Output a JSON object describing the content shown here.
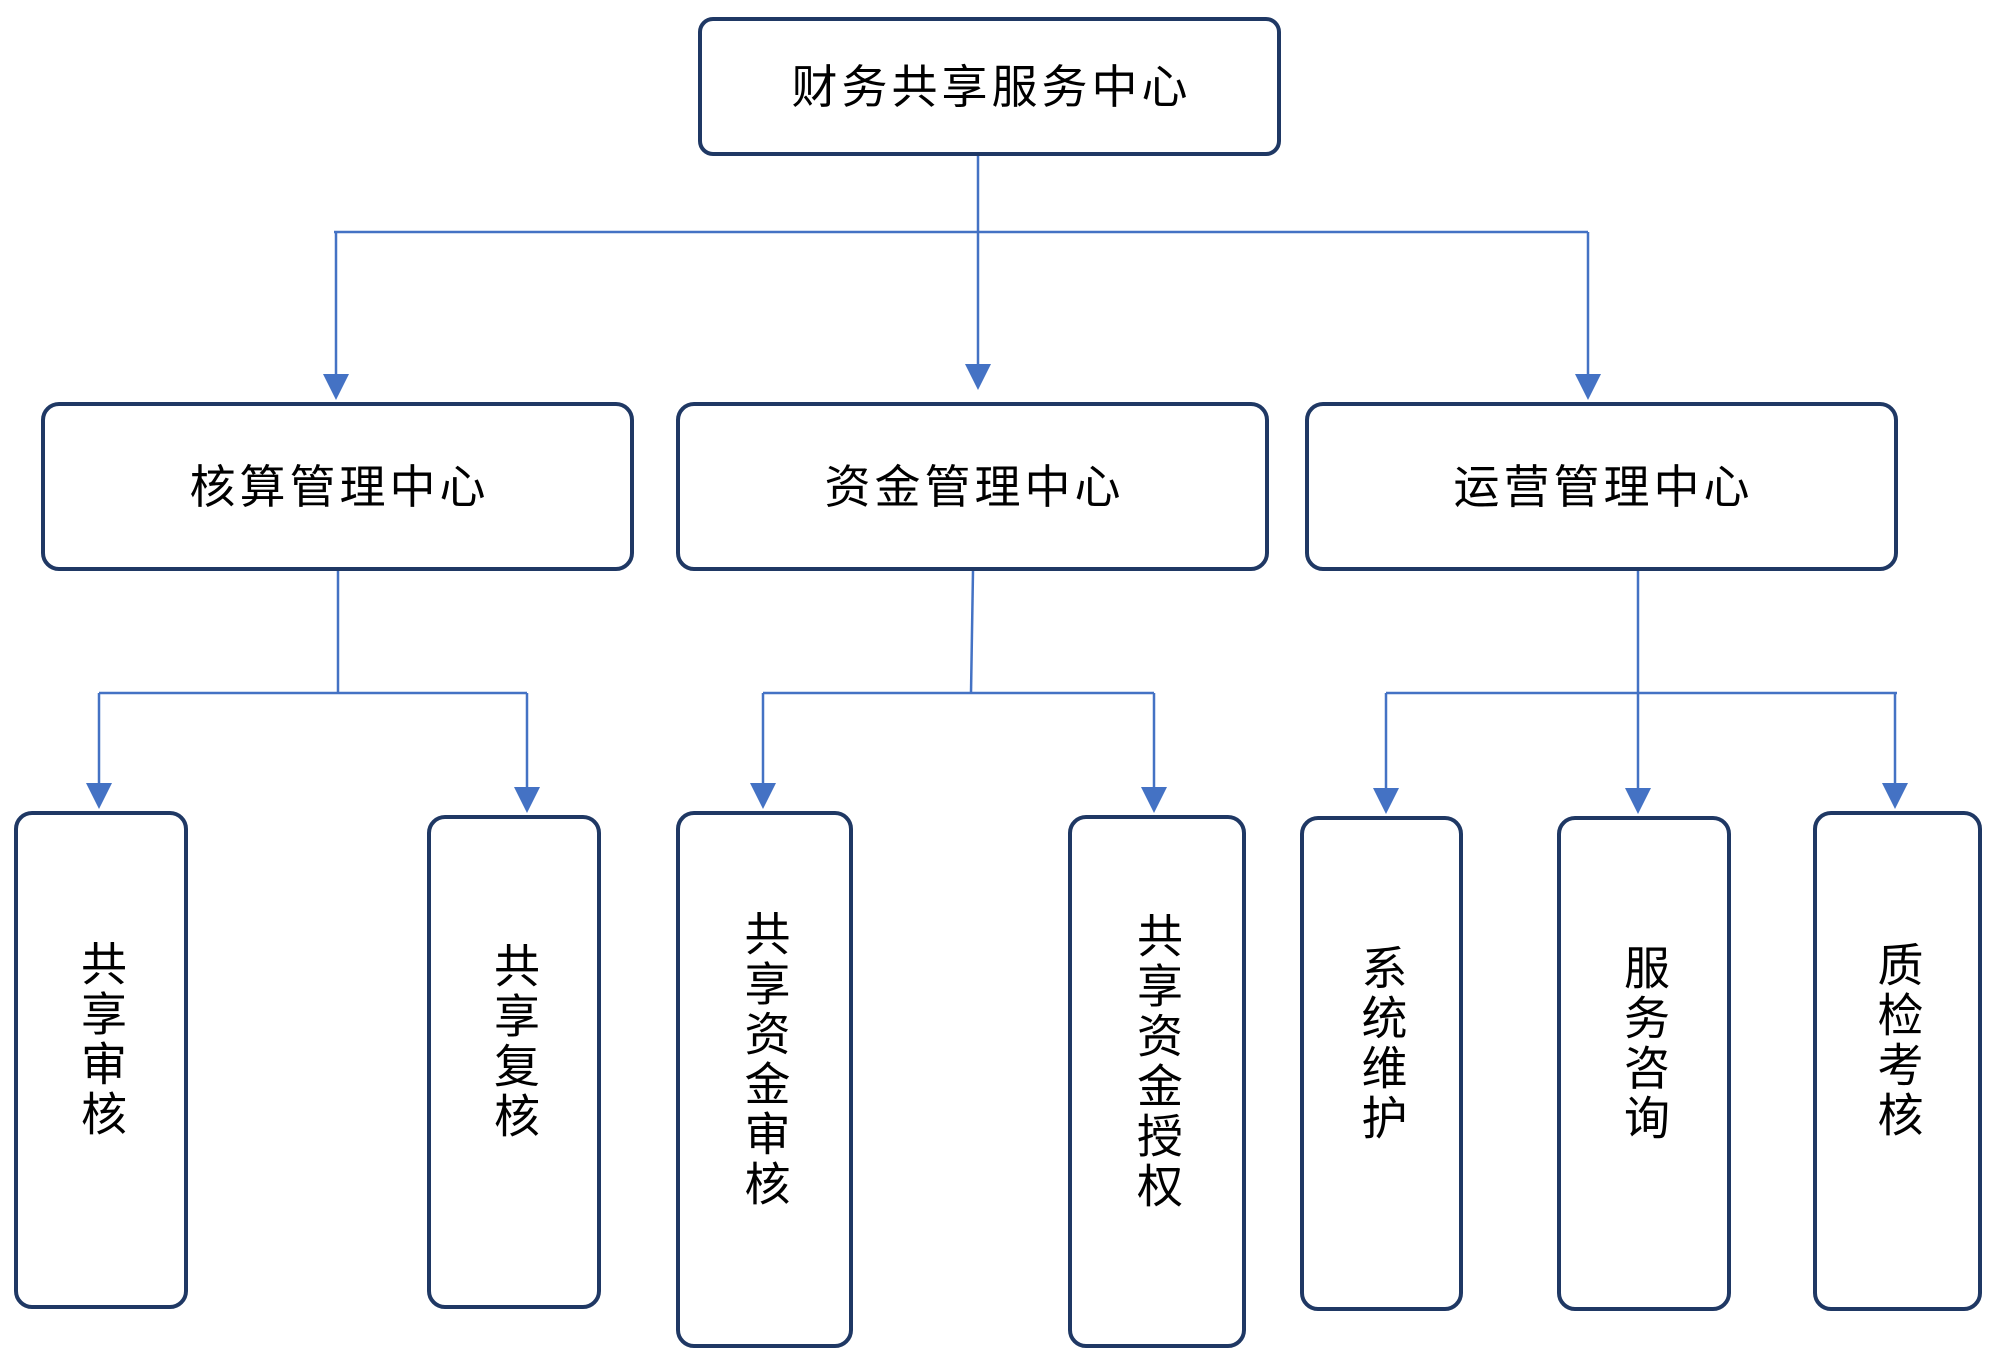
{
  "root": {
    "label": "财务共享服务中心"
  },
  "centers": [
    {
      "label": "核算管理中心",
      "children": [
        {
          "label": "共享审核"
        },
        {
          "label": "共享复核"
        }
      ]
    },
    {
      "label": "资金管理中心",
      "children": [
        {
          "label": "共享资金审核"
        },
        {
          "label": "共享资金授权"
        }
      ]
    },
    {
      "label": "运营管理中心",
      "children": [
        {
          "label": "系统维护"
        },
        {
          "label": "服务咨询"
        },
        {
          "label": "质检考核"
        }
      ]
    }
  ],
  "colors": {
    "connector": "#4472C4",
    "box_border": "#1F3864",
    "text": "#000000"
  }
}
